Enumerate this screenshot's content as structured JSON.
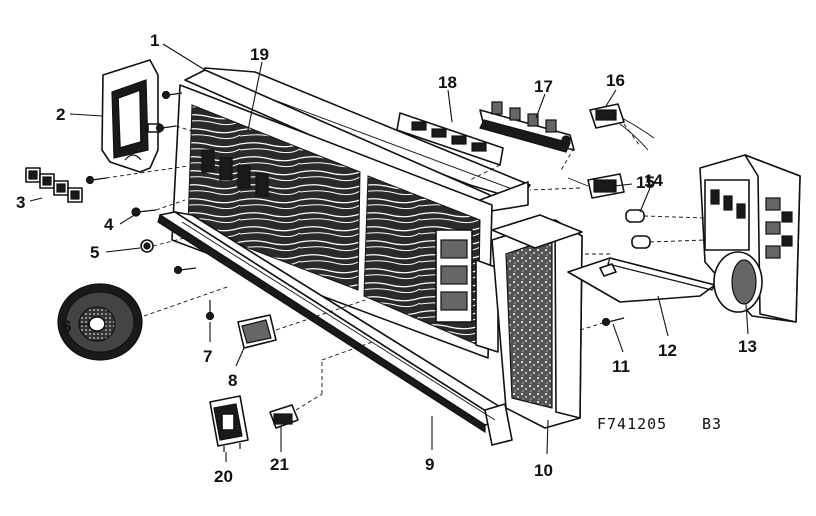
{
  "diagram": {
    "callouts": [
      "1",
      "2",
      "3",
      "4",
      "5",
      "6",
      "7",
      "8",
      "9",
      "10",
      "11",
      "12",
      "13",
      "14",
      "15",
      "16",
      "17",
      "18",
      "19",
      "20",
      "21"
    ],
    "figure_code": "F741205",
    "sheet_code": "B3"
  }
}
